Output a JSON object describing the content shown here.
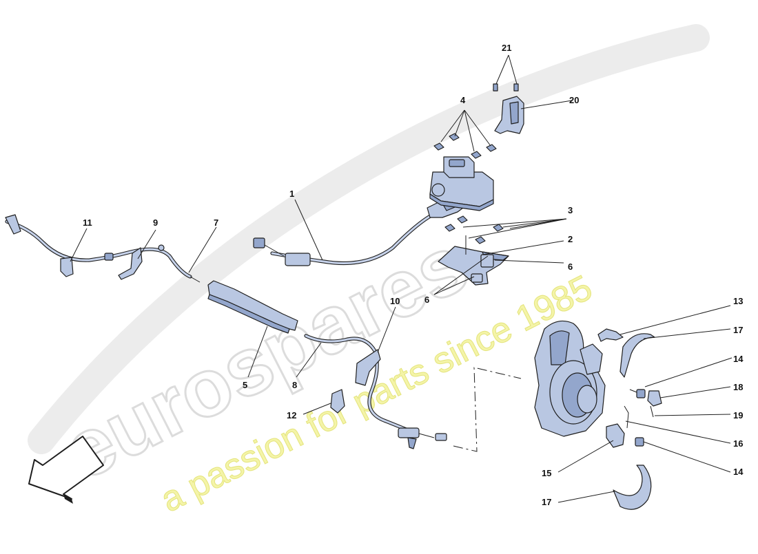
{
  "watermark": {
    "brand": "eurospares",
    "tagline": "a passion for parts since 1985",
    "brand_color": "#d6d6d6",
    "tagline_color": "#efef8a"
  },
  "colors": {
    "part_fill": "#b9c7e2",
    "part_shade": "#93a6cc",
    "outline": "#1e1e1e"
  },
  "callouts": [
    {
      "id": "c1",
      "text": "1"
    },
    {
      "id": "c2",
      "text": "2"
    },
    {
      "id": "c3",
      "text": "3"
    },
    {
      "id": "c4",
      "text": "4"
    },
    {
      "id": "c5",
      "text": "5"
    },
    {
      "id": "c6a",
      "text": "6"
    },
    {
      "id": "c6b",
      "text": "6"
    },
    {
      "id": "c7",
      "text": "7"
    },
    {
      "id": "c8",
      "text": "8"
    },
    {
      "id": "c9",
      "text": "9"
    },
    {
      "id": "c10",
      "text": "10"
    },
    {
      "id": "c11",
      "text": "11"
    },
    {
      "id": "c12",
      "text": "12"
    },
    {
      "id": "c13",
      "text": "13"
    },
    {
      "id": "c14a",
      "text": "14"
    },
    {
      "id": "c14b",
      "text": "14"
    },
    {
      "id": "c15",
      "text": "15"
    },
    {
      "id": "c16",
      "text": "16"
    },
    {
      "id": "c17a",
      "text": "17"
    },
    {
      "id": "c17b",
      "text": "17"
    },
    {
      "id": "c18",
      "text": "18"
    },
    {
      "id": "c19",
      "text": "19"
    },
    {
      "id": "c20",
      "text": "20"
    },
    {
      "id": "c21",
      "text": "21"
    }
  ]
}
